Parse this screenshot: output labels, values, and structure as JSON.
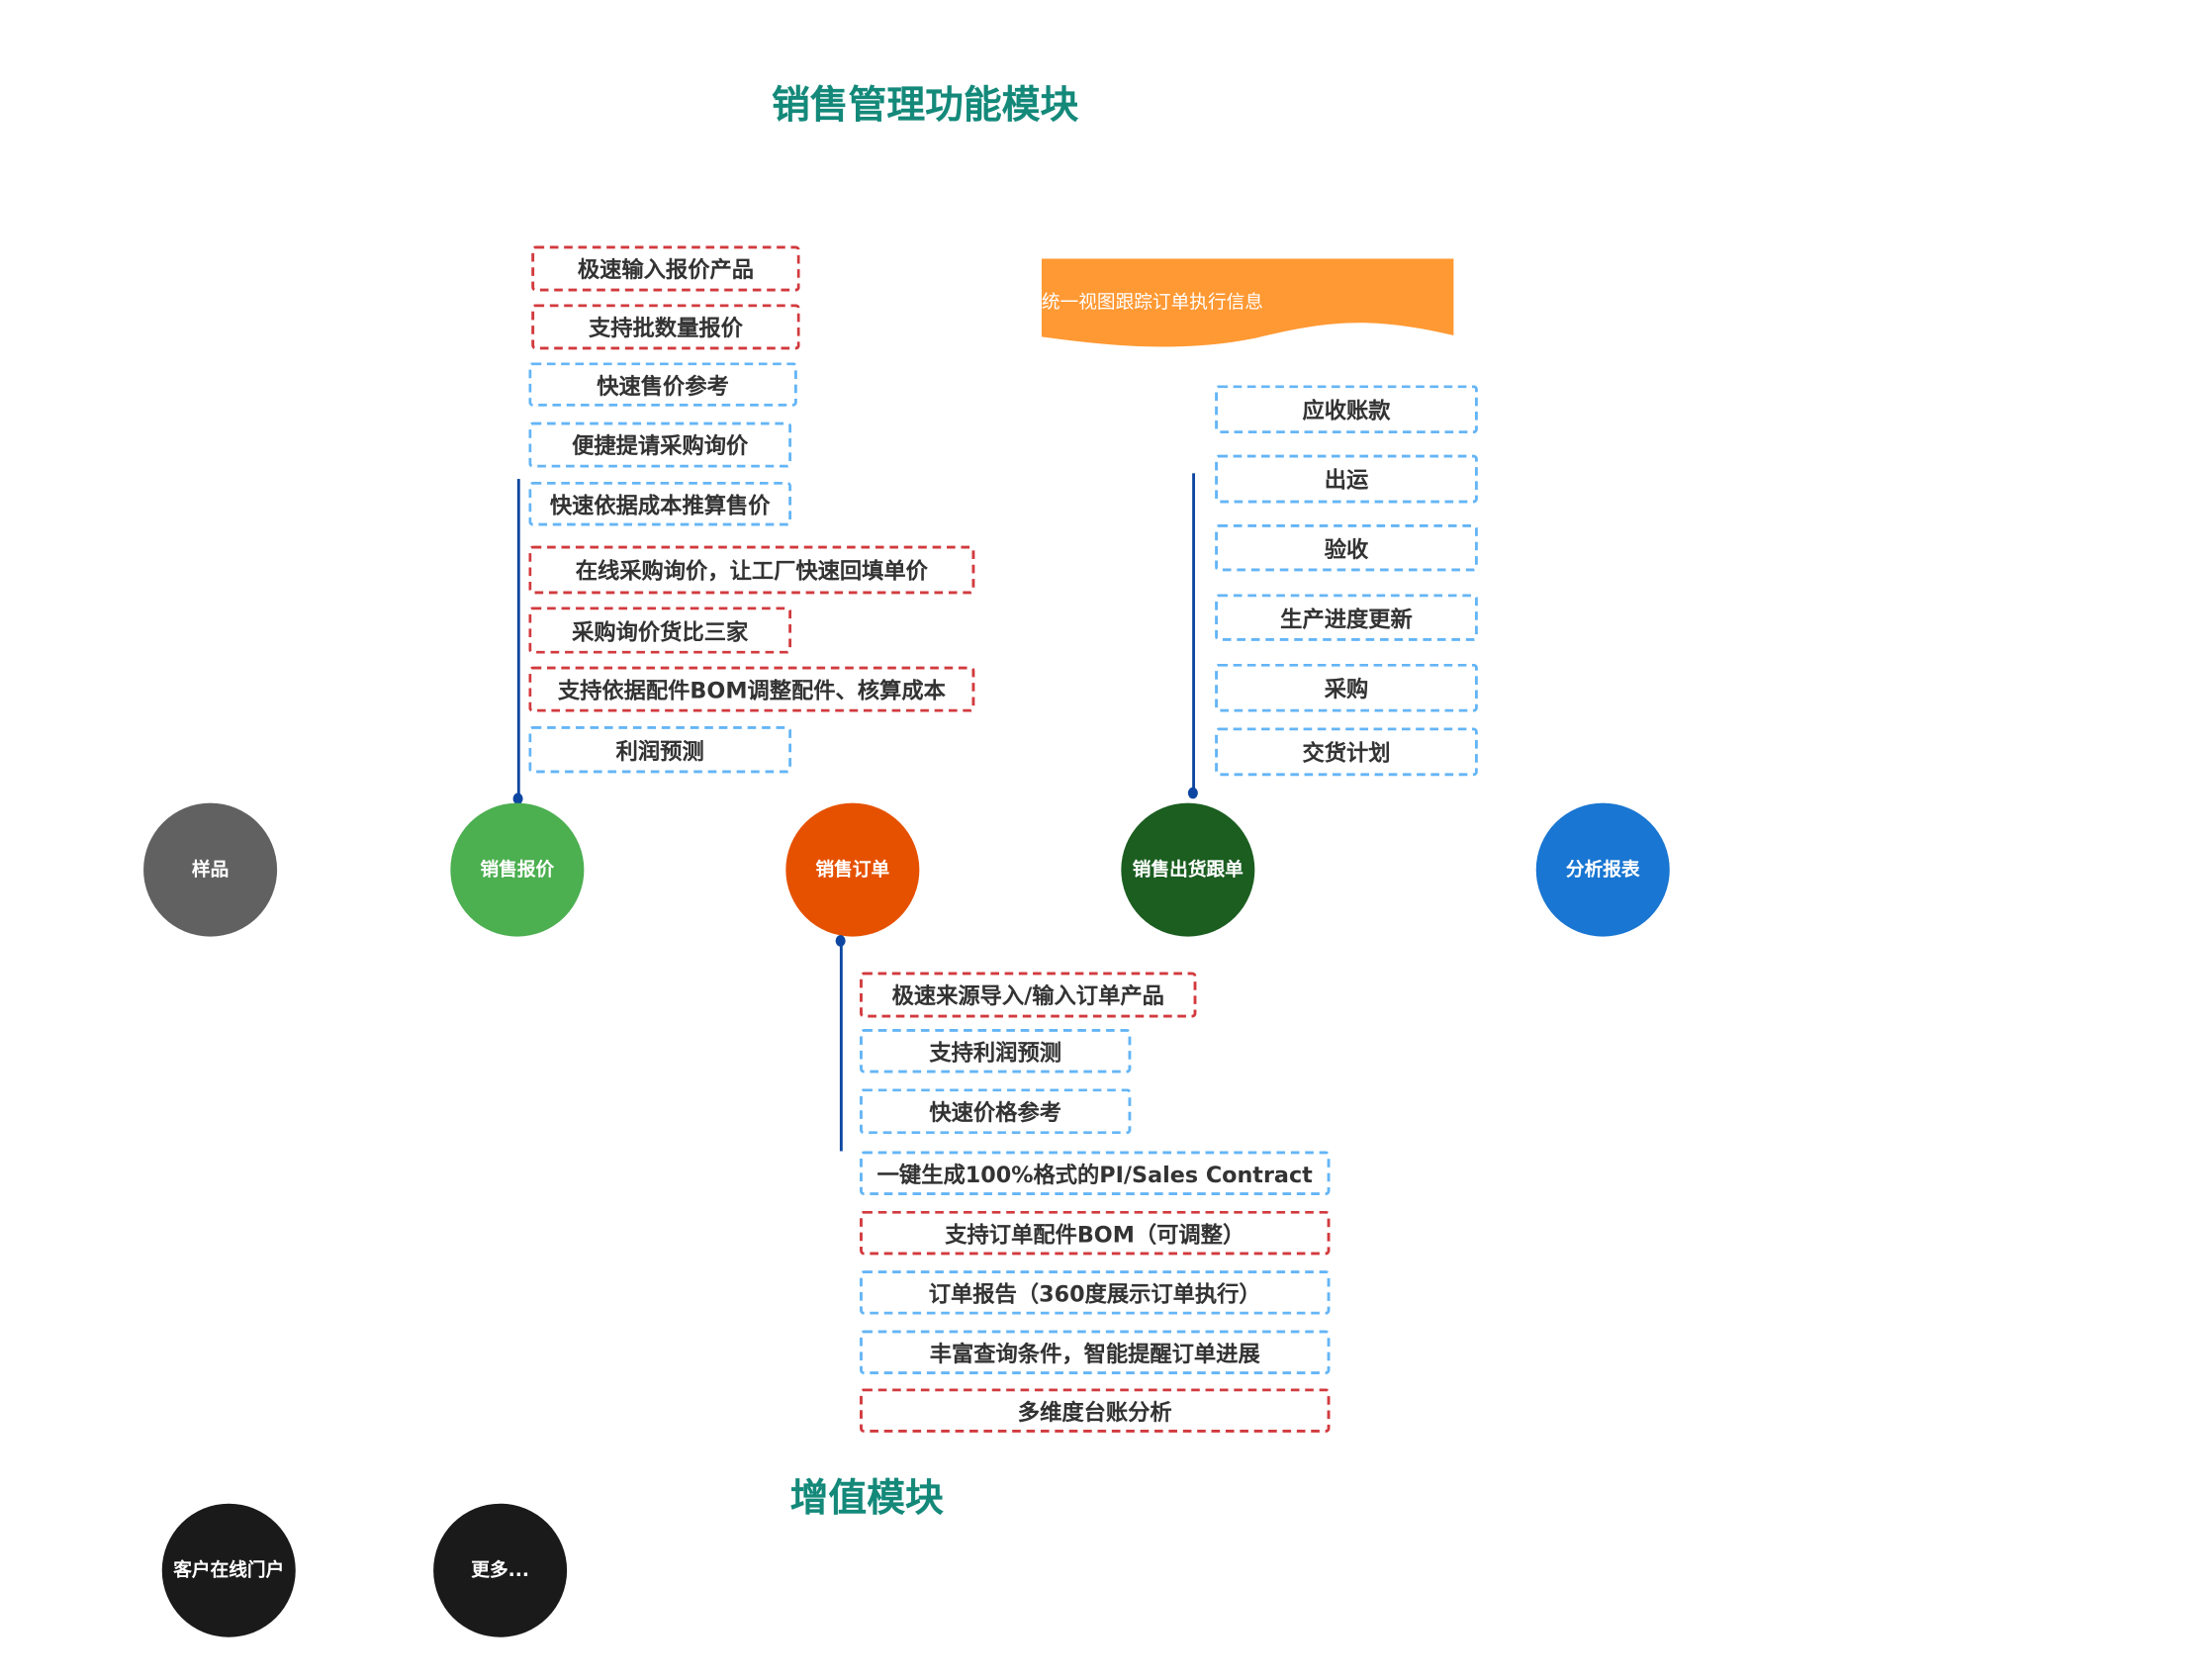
{
  "title": "销售管理功能模块",
  "subtitle": "增值模块",
  "banner": "统一视图跟踪订单执行信息",
  "nodes": [
    "样品",
    "销售报价",
    "销售订单",
    "销售出货跟单",
    "分析报表"
  ],
  "value_added_nodes": [
    "客户在线门户",
    "更多..."
  ],
  "quote_features": [
    "极速输入报价产品",
    "支持批数量报价",
    "快速售价参考",
    "便捷提请采购询价",
    "快速依据成本推算售价",
    "在线采购询价，让工厂快速回填单价",
    "采购询价货比三家",
    "支持依据配件BOM调整配件、核算成本",
    "利润预测"
  ],
  "shipping_features": [
    "应收账款",
    "出运",
    "验收",
    "生产进度更新",
    "采购",
    "交货计划"
  ],
  "order_features": [
    "极速来源导入/输入订单产品",
    "支持利润预测",
    "快速价格参考",
    "一键生成100%格式的PI/Sales Contract",
    "支持订单配件BOM（可调整）",
    "订单报告（360度展示订单执行）",
    "丰富查询条件，智能提醒订单进展",
    "多维度台账分析"
  ],
  "colors": {
    "title": "#14897a",
    "red_border": "#d23a3e",
    "blue_border": "#64b5f6",
    "connector": "#0d47a1",
    "banner": "#ff9933",
    "sample": "#616161",
    "quote": "#4caf50",
    "order": "#e65100",
    "shipping": "#1b5e20",
    "report": "#1976d2",
    "value_added": "#1a1a1a"
  }
}
